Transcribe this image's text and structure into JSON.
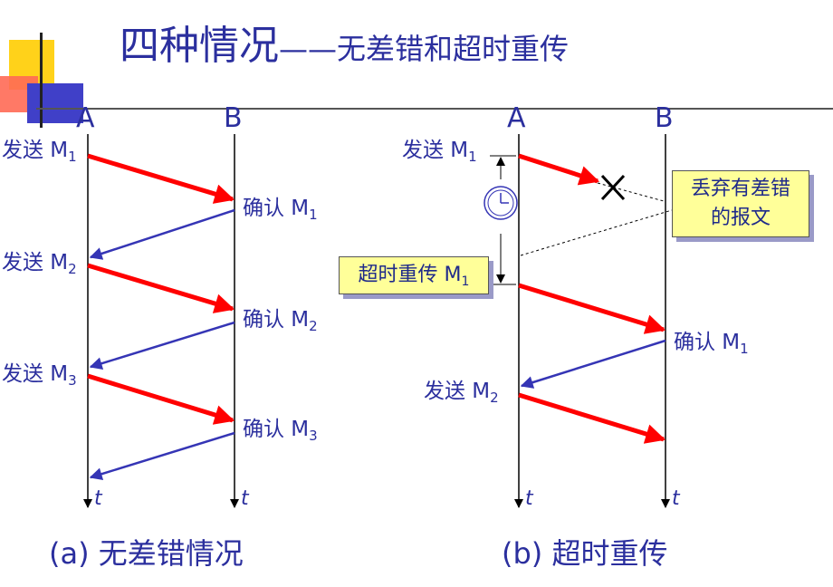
{
  "title": {
    "main": "四种情况",
    "dash": "——",
    "sub": "无差错和超时重传"
  },
  "diagram_a": {
    "host_a": "A",
    "host_b": "B",
    "labels": {
      "send1": "发送 M",
      "send1_sub": "1",
      "ack1": "确认 M",
      "ack1_sub": "1",
      "send2": "发送 M",
      "send2_sub": "2",
      "ack2": "确认 M",
      "ack2_sub": "2",
      "send3": "发送 M",
      "send3_sub": "3",
      "ack3": "确认 M",
      "ack3_sub": "3"
    },
    "time_a": "t",
    "time_b": "t",
    "caption": "(a) 无差错情况"
  },
  "diagram_b": {
    "host_a": "A",
    "host_b": "B",
    "labels": {
      "send1": "发送 M",
      "send1_sub": "1",
      "ack1": "确认 M",
      "ack1_sub": "1",
      "send2": "发送 M",
      "send2_sub": "2"
    },
    "discard_box": "丢弃有差错\n的报文",
    "discard_line1": "丢弃有差错",
    "discard_line2": "的报文",
    "retransmit_box": "超时重传 M",
    "retransmit_sub": "1",
    "time_a": "t",
    "time_b": "t",
    "caption": "(b) 超时重传"
  },
  "colors": {
    "data_arrow": "#ff0000",
    "ack_arrow": "#3535b5",
    "text": "#2b2f9e",
    "box_fill": "#ffff99"
  }
}
